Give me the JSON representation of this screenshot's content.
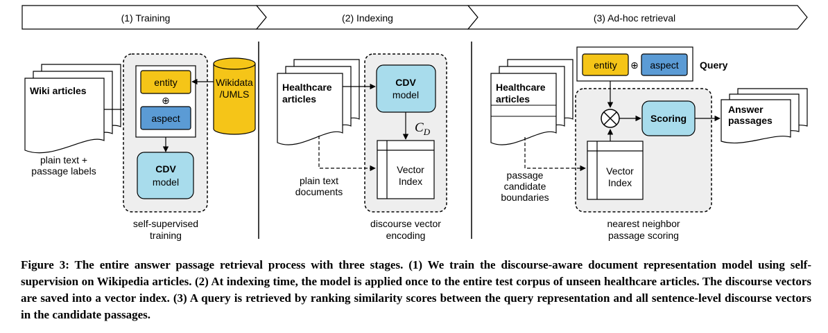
{
  "stages": [
    {
      "label": "(1) Training"
    },
    {
      "label": "(2) Indexing"
    },
    {
      "label": "(3) Ad-hoc retrieval"
    }
  ],
  "training": {
    "input_doc": "Wiki articles",
    "input_note": [
      "plain text +",
      "passage labels"
    ],
    "entity": "entity",
    "aspect": "aspect",
    "combine": "⊕",
    "knowledge_base": [
      "Wikidata",
      "/UMLS"
    ],
    "model": [
      "CDV",
      "model"
    ],
    "group_label": [
      "self-supervised",
      "training"
    ]
  },
  "indexing": {
    "input_doc": [
      "Healthcare",
      "articles"
    ],
    "input_note": [
      "plain text",
      "documents"
    ],
    "model": [
      "CDV",
      "model"
    ],
    "vector_symbol": "C",
    "vector_subscript": "D",
    "index": [
      "Vector",
      "Index"
    ],
    "group_label": [
      "discourse vector",
      "encoding"
    ]
  },
  "retrieval": {
    "query_entity": "entity",
    "query_aspect": "aspect",
    "query_combine": "⊕",
    "query_label": "Query",
    "input_doc": [
      "Healthcare",
      "articles"
    ],
    "input_note": [
      "passage",
      "candidate",
      "boundaries"
    ],
    "scoring": "Scoring",
    "index": [
      "Vector",
      "Index"
    ],
    "output_doc": [
      "Answer",
      "passages"
    ],
    "group_label": [
      "nearest neighbor",
      "passage scoring"
    ]
  },
  "caption": "Figure 3: The entire answer passage retrieval process with three stages. (1) We train the discourse-aware document representation model using self-supervision on Wikipedia articles. (2) At indexing time, the model is applied once to the entire test corpus of unseen healthcare articles. The discourse vectors are saved into a vector index. (3) A query is retrieved by ranking similarity scores between the query representation and all sentence-level discourse vectors in the candidate passages.",
  "colors": {
    "entity": "#f5c518",
    "aspect": "#5b9bd5",
    "model": "#a8dcec",
    "knowledge_base": "#f5c518",
    "group_bg": "#eeeeee"
  }
}
